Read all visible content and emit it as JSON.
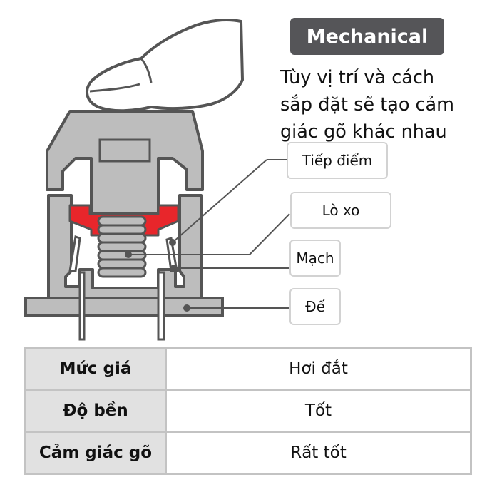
{
  "title": "Mechanical",
  "caption_lines": [
    "Tùy vị trí và cách",
    "sắp đặt sẽ tạo cảm",
    "giác gõ khác nhau"
  ],
  "labels": {
    "contact": "Tiếp điểm",
    "spring": "Lò xo",
    "circuit": "Mạch",
    "base": "Đế"
  },
  "specs": [
    {
      "key": "Mức giá",
      "value": "Hơi đắt"
    },
    {
      "key": "Độ bền",
      "value": "Tốt"
    },
    {
      "key": "Cảm giác gõ",
      "value": "Rất tốt"
    }
  ],
  "colors": {
    "switch_grey": "#bdbdbd",
    "outline": "#555555",
    "spring_seat_red": "#e8262b",
    "badge_bg": "#555558",
    "table_border": "#c3c3c3",
    "table_key_bg": "#e1e1e1"
  }
}
